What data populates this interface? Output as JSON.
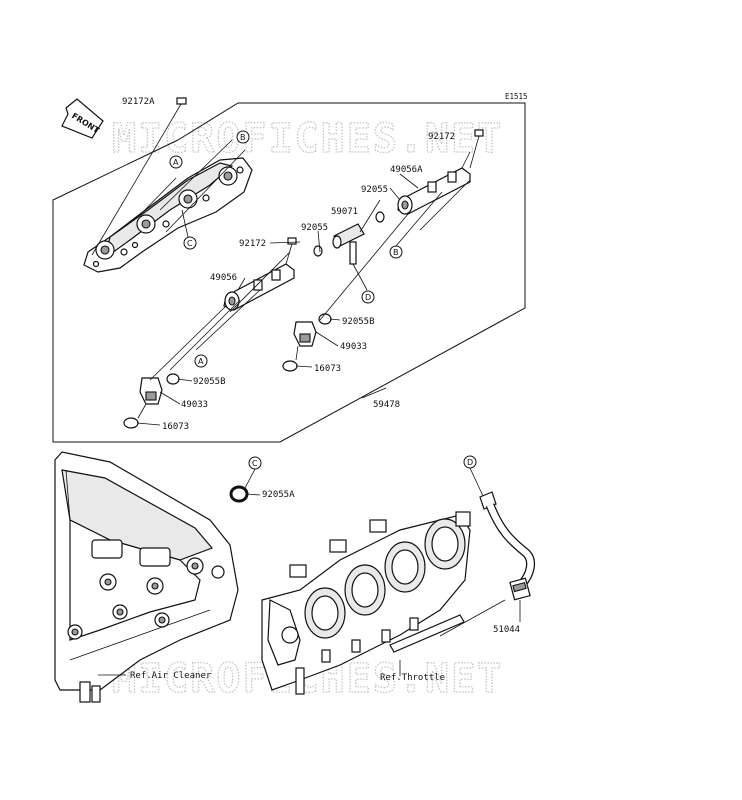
{
  "diagram_code": "E1515",
  "front_marker": "FRONT",
  "watermark": "MICROFICHES.NET",
  "callouts": {
    "a": "A",
    "b": "B",
    "c": "C",
    "d": "D"
  },
  "parts": {
    "p92172A": "92172A",
    "p92172_right": "92172",
    "p92172_mid": "92172",
    "p49056A": "49056A",
    "p49056": "49056",
    "p92055_a": "92055",
    "p92055_b": "92055",
    "p59071": "59071",
    "p92055B_right": "92055B",
    "p92055B_left": "92055B",
    "p49033_right": "49033",
    "p49033_left": "49033",
    "p16073_right": "16073",
    "p16073_left": "16073",
    "p59478": "59478",
    "p92055A": "92055A",
    "p51044": "51044"
  },
  "refs": {
    "air_cleaner": "Ref.Air Cleaner",
    "throttle": "Ref.Throttle"
  }
}
